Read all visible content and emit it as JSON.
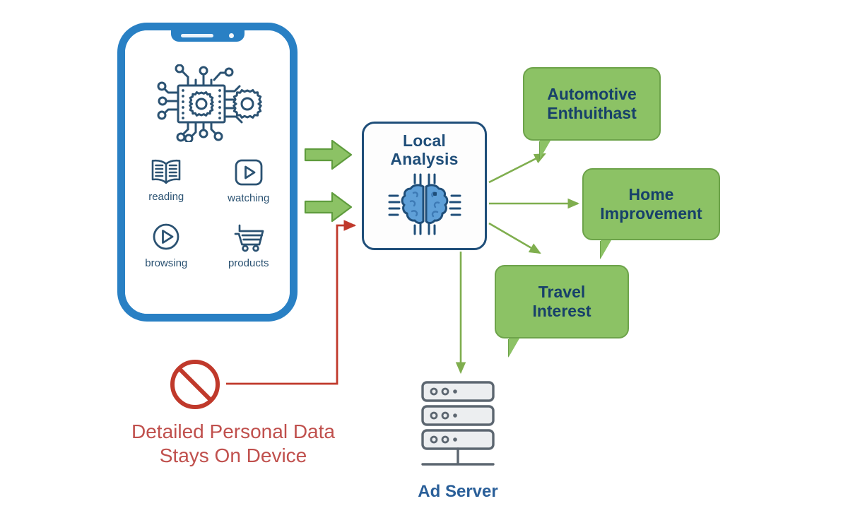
{
  "diagram": {
    "title_note": "On-device local analysis privacy diagram",
    "colors": {
      "phone_blue": "#2980c4",
      "icon_navy": "#2b5272",
      "box_navy": "#1f4e79",
      "bubble_green": "#8cc265",
      "bubble_green_border": "#6da34a",
      "arrow_green": "#7fae4e",
      "block_arrow_green": "#8cc265",
      "red": "#c0392b",
      "red_text": "#c0504d",
      "server_gray": "#5c6670",
      "ad_label_blue": "#2a5f99"
    }
  },
  "phone": {
    "name": "smartphone",
    "apps": [
      {
        "label": "reading",
        "icon": "open-book-icon"
      },
      {
        "label": "watching",
        "icon": "video-play-square-icon"
      },
      {
        "label": "browsing",
        "icon": "play-circle-icon"
      },
      {
        "label": "products",
        "icon": "shopping-cart-icon"
      }
    ],
    "hero_icon": "cpu-chip-gear-icon"
  },
  "local_analysis": {
    "line1": "Local",
    "line2": "Analysis",
    "icon": "brain-circuit-icon"
  },
  "input_arrows": [
    {
      "name": "input-arrow-top",
      "icon": "block-arrow-right-icon"
    },
    {
      "name": "input-arrow-bottom",
      "icon": "block-arrow-right-icon"
    }
  ],
  "interests": [
    {
      "id": "automotive",
      "line1": "Automotive",
      "line2": "Enthuithast"
    },
    {
      "id": "home",
      "line1": "Home",
      "line2": "Improvement"
    },
    {
      "id": "travel",
      "line1": "Travel",
      "line2": "Interest"
    }
  ],
  "ad_server": {
    "label": "Ad Server",
    "icon": "server-rack-icon"
  },
  "privacy_note": {
    "icon": "prohibition-sign-icon",
    "line1": "Detailed Personal Data",
    "line2": "Stays On Device"
  }
}
